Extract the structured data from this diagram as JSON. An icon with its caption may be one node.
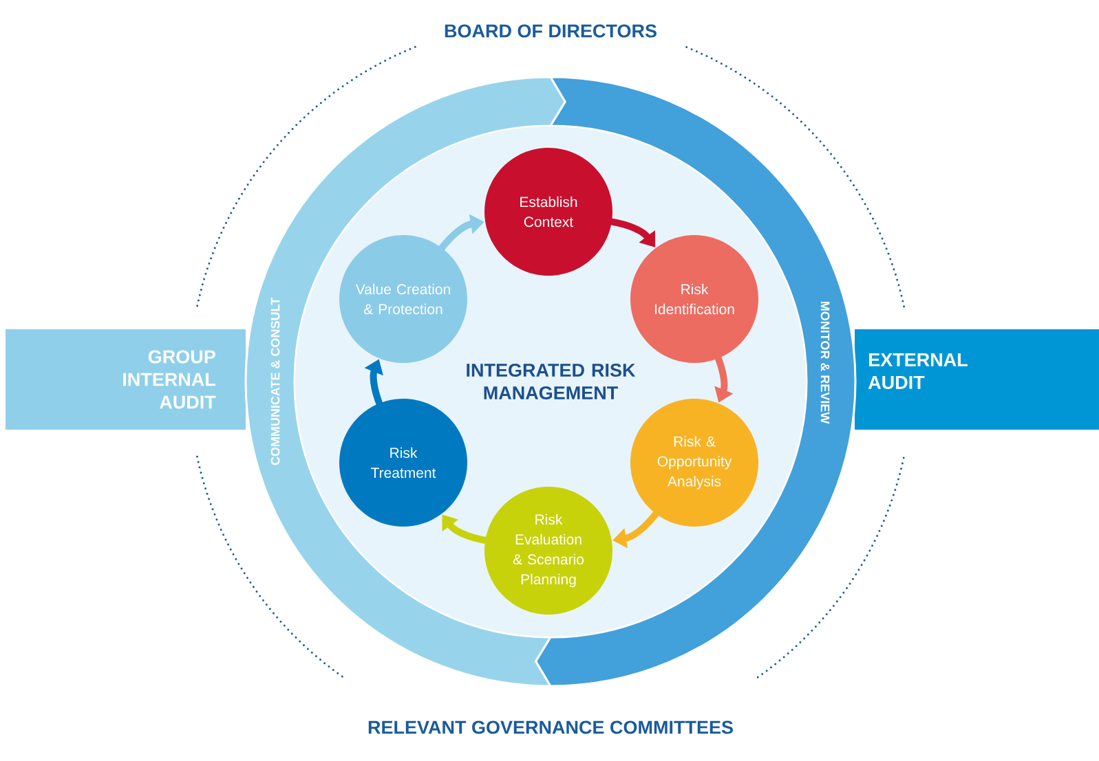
{
  "diagram": {
    "nodes": [
      {
        "text": [
          "GROUP INTERNAL AUDIT"
        ]
      },
      {
        "text": [
          "COMMUNICATE & CONSULT"
        ]
      },
      {
        "text": [
          "MONITOR & REVIEW"
        ]
      },
      {
        "text": [
          "EXTERNAL AUDIT"
        ]
      },
      {
        "text": [
          "INTEGRATED RISK MANAGEMENT"
        ]
      },
      {
        "text": [
          "Establish Context"
        ],
        "in": 4
      },
      {
        "text": [
          "Risk Identification"
        ],
        "in": 4
      },
      {
        "text": [
          "Risk & Opportunity Analysis"
        ],
        "in": 4
      },
      {
        "text": [
          "Risk Evaluation & Scenario Planning"
        ],
        "in": 4
      },
      {
        "text": [
          "Risk Treatment"
        ],
        "in": 4
      },
      {
        "text": [
          "Value Creation & Protection"
        ],
        "in": 4
      }
    ],
    "edges": [
      {
        "from": 5,
        "to": 6,
        "arrow": "to",
        "color": "#c8102e"
      },
      {
        "from": 6,
        "to": 7,
        "arrow": "to",
        "color": "#ec6c62"
      },
      {
        "from": 7,
        "to": 8,
        "arrow": "to",
        "color": "#f7b323"
      },
      {
        "from": 8,
        "to": 9,
        "arrow": "to",
        "color": "#c7d20b"
      },
      {
        "from": 9,
        "to": 10,
        "arrow": "to",
        "color": "#0079c1"
      },
      {
        "from": 10,
        "to": 5,
        "arrow": "to",
        "color": "#8acbe8"
      }
    ],
    "labels": [
      "BOARD OF DIRECTORS",
      "RELEVANT GOVERNANCE COMMITTEES"
    ]
  }
}
